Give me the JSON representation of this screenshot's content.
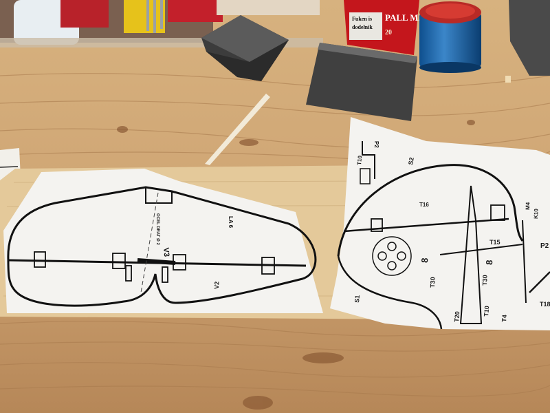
{
  "scene": {
    "description_label": "Workbench with model aircraft wing and fuselage plans"
  },
  "cigarette_pack": {
    "brand": "PALL MALL",
    "warning_line1": "Fuken is",
    "warning_line2": "dodełnik",
    "number": "20"
  },
  "wing_plan": {
    "labels": {
      "center": "V3",
      "span_label": "LA 6",
      "v2": "V2",
      "rib_label": "OCEL DRAT Ø 2"
    }
  },
  "tail_plan": {
    "labels": {
      "p2_top": "P2",
      "s2": "S2",
      "t10_top": "T10",
      "m4": "M4",
      "k10": "K10",
      "p2_right": "P2",
      "t18": "T18",
      "t15": "T15",
      "b_left": "8",
      "b_right": "8",
      "t30_left": "T30",
      "t30_right": "T30",
      "s1": "S1",
      "t20": "T20",
      "t10_bottom": "T10",
      "t4": "T4",
      "t16": "T16"
    }
  }
}
